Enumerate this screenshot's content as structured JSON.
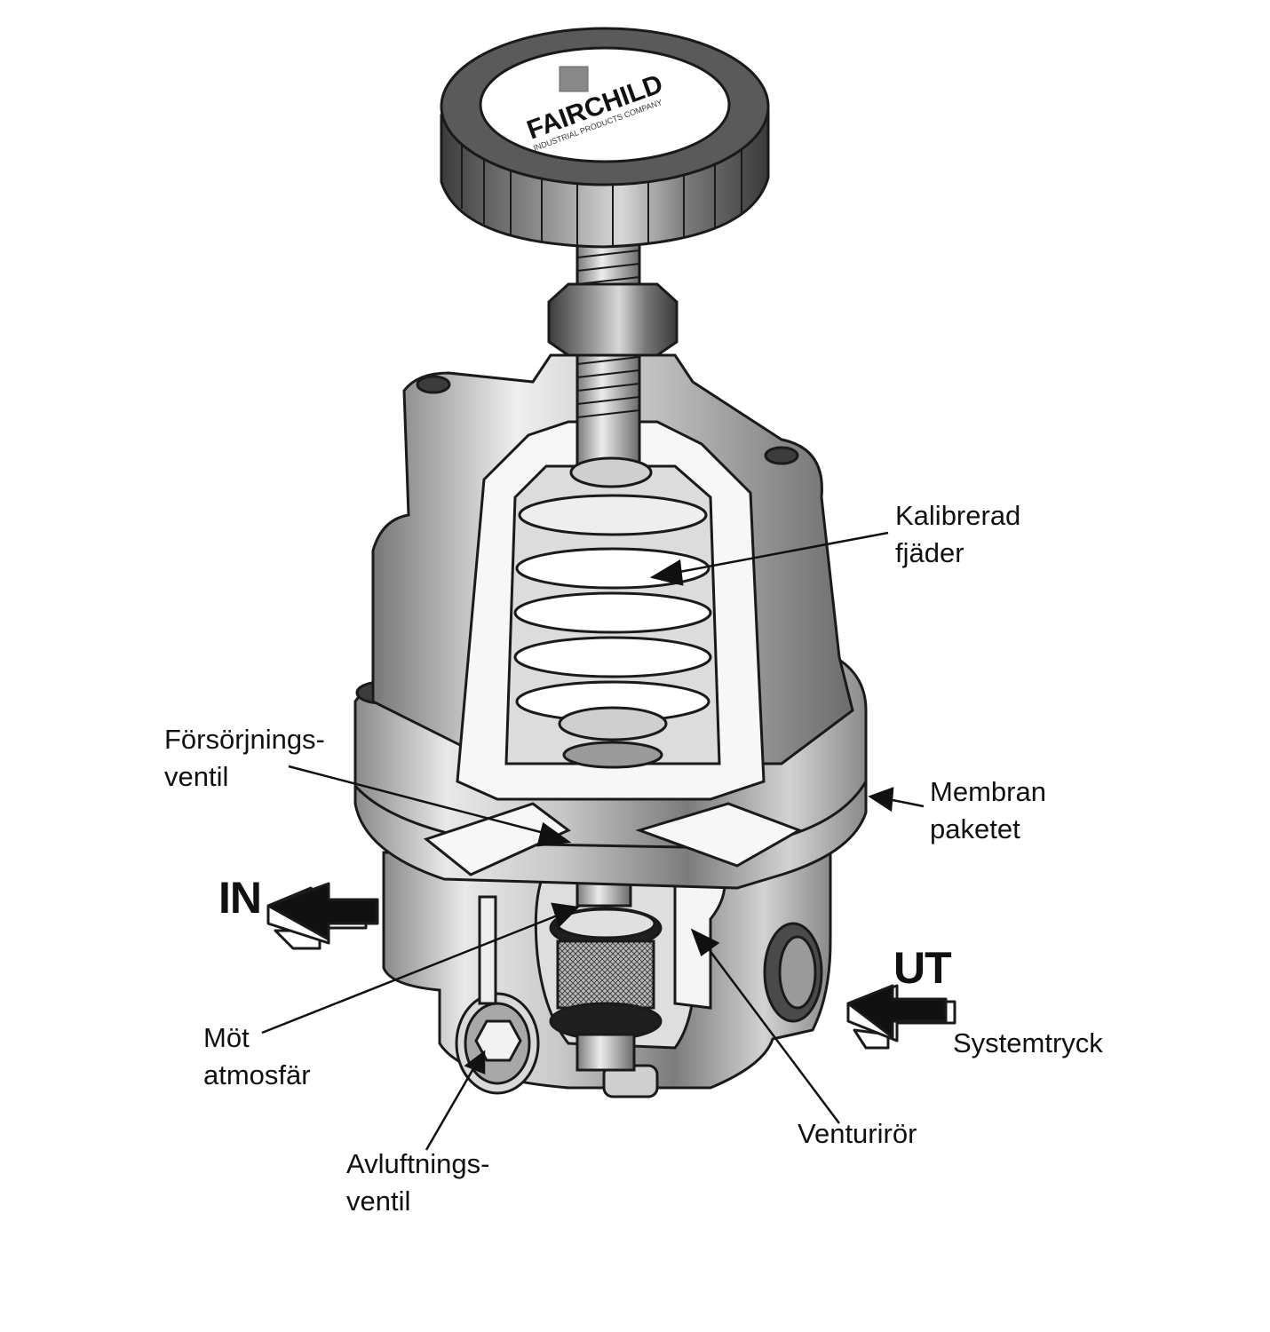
{
  "logo": {
    "brand": "FAIRCHILD",
    "subtitle": "INDUSTRIAL PRODUCTS COMPANY"
  },
  "flow": {
    "inlet": "IN",
    "outlet": "UT"
  },
  "labels": {
    "spring": [
      "Kalibrerad",
      "fjäder"
    ],
    "supply_valve": [
      "Försörjnings-",
      "ventil"
    ],
    "diaphragm": [
      "Membran",
      "paketet"
    ],
    "atmosphere": [
      "Möt",
      "atmosfär"
    ],
    "bleed_valve": [
      "Avluftnings-",
      "ventil"
    ],
    "venturi": "Venturirör",
    "system_pressure": "Systemtryck"
  },
  "colors": {
    "outline": "#1a1a1a",
    "metal_light": "#e6e6e6",
    "metal_mid": "#b4b4b4",
    "metal_dark": "#6f6f6f",
    "knob": "#5a5a5a",
    "section_cut": "#f7f7f7"
  }
}
